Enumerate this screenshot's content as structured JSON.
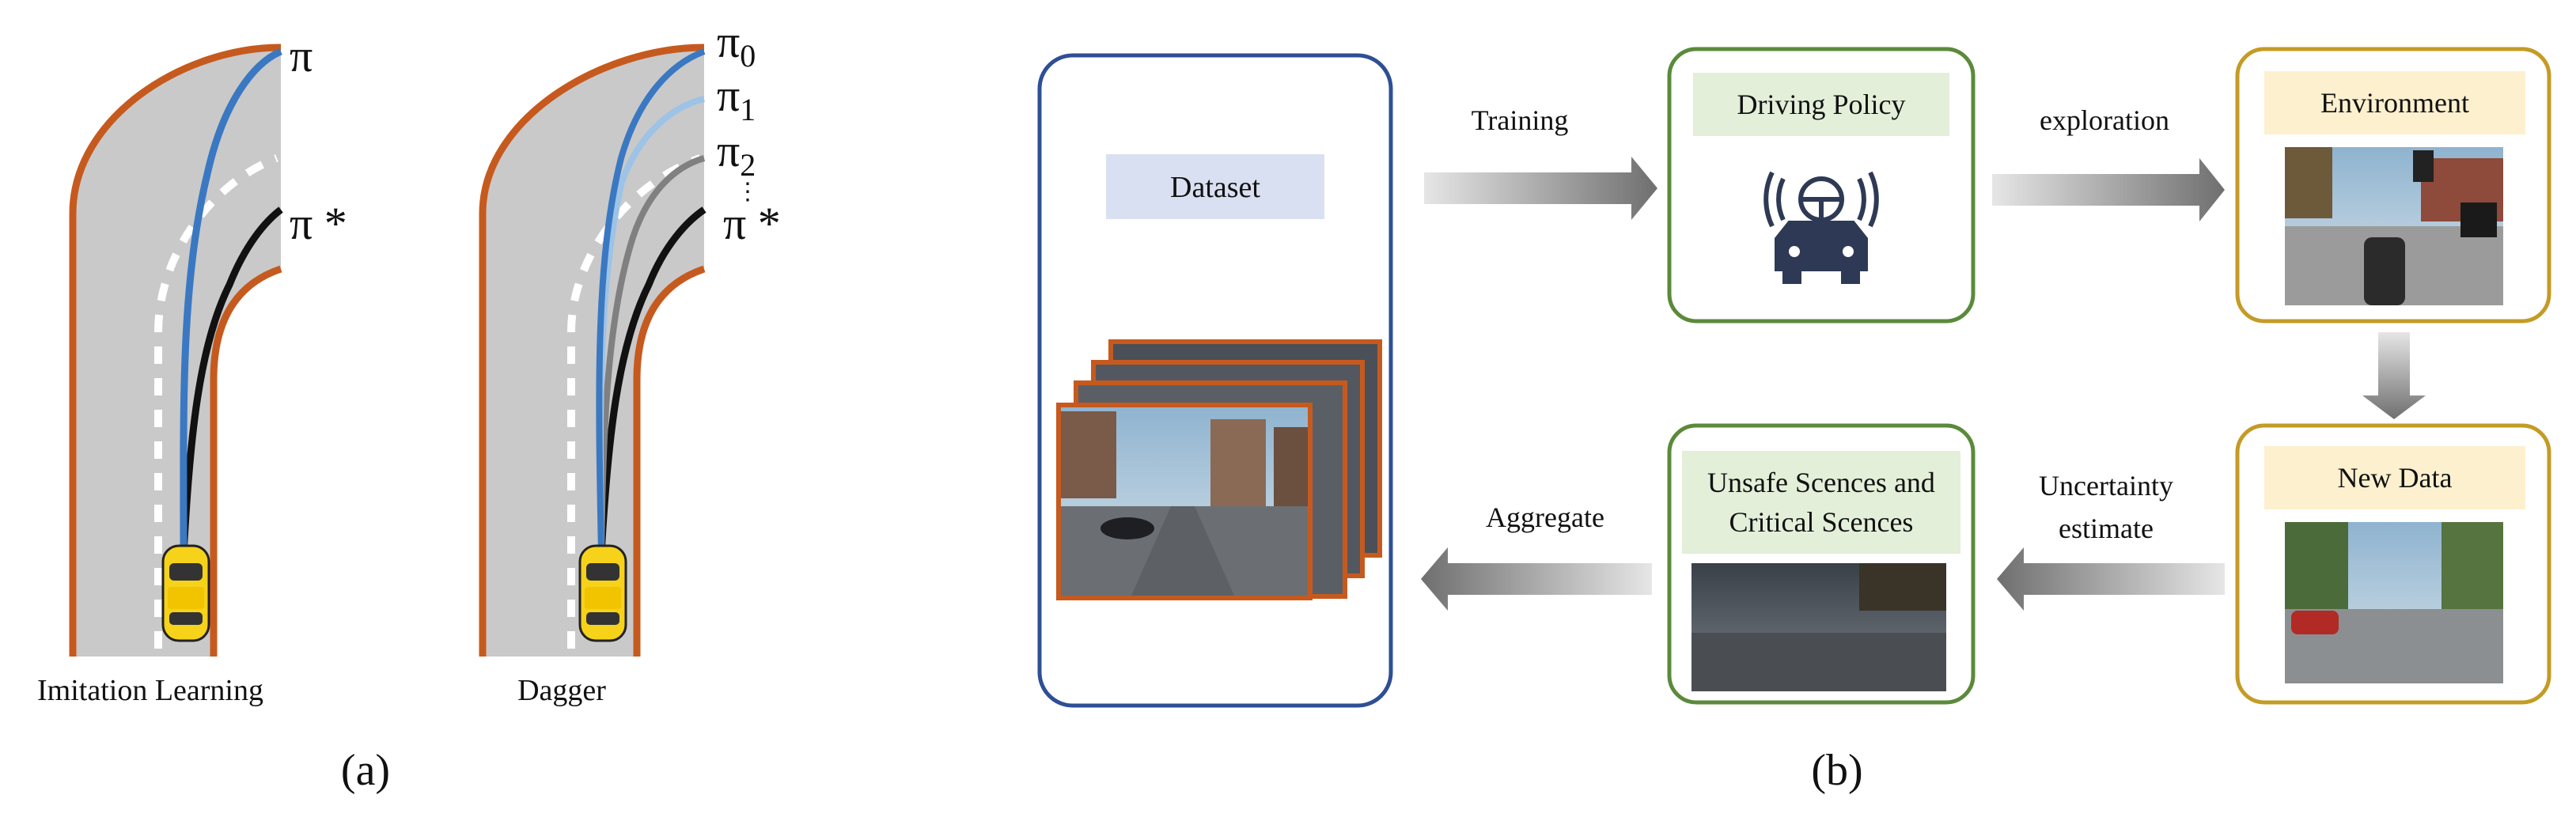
{
  "panel_a": {
    "label": "(a)",
    "left_road": {
      "caption": "Imitation Learning",
      "pi": "π",
      "pi_star": "π *"
    },
    "right_road": {
      "caption": "Dagger",
      "pi0": "π",
      "pi0_sub": "0",
      "pi1": "π",
      "pi1_sub": "1",
      "pi2": "π",
      "pi2_sub": "2",
      "dots": "⋮",
      "pi_star": "π *"
    }
  },
  "panel_b": {
    "label": "(b)",
    "dataset": {
      "title": "Dataset"
    },
    "driving_policy": {
      "title": "Driving Policy",
      "icon": "autonomous-car-icon"
    },
    "environment": {
      "title": "Environment"
    },
    "new_data": {
      "title": "New Data"
    },
    "unsafe": {
      "title_line1": "Unsafe Scences and",
      "title_line2": "Critical Scences"
    },
    "arrows": {
      "training": "Training",
      "exploration": "exploration",
      "uncertainty_line1": "Uncertainty",
      "uncertainty_line2": "estimate",
      "aggregate": "Aggregate"
    }
  },
  "colors": {
    "road": "#c9c9c9",
    "road_edge": "#c65a1e",
    "blue_border": "#2e4f95",
    "green_border": "#5a8a3a",
    "gold_border": "#c49b25",
    "dataset_label_bg": "#d9e0f1",
    "green_label_bg": "#e3efd9",
    "gold_label_bg": "#fdf0cf",
    "pi_blue": "#3a78c2",
    "pi_light": "#9dc3e6",
    "pi_gray": "#808080",
    "pi_black": "#111111"
  }
}
